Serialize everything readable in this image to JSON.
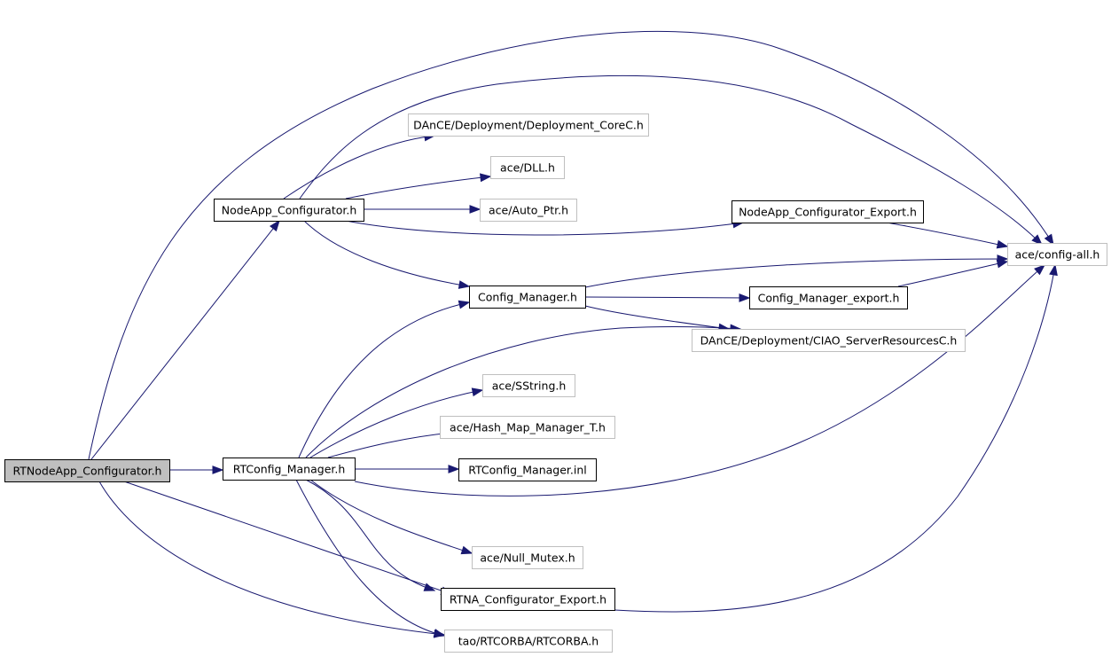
{
  "colors": {
    "background": "#ffffff",
    "edge": "#191970",
    "node_border_defined": "#000000",
    "node_border_external": "#bfbfbf",
    "node_fill_root": "#bfbfbf",
    "node_fill": "#ffffff",
    "text": "#000000"
  },
  "nodes": [
    {
      "id": "rtnodeapp_configurator",
      "label": "RTNodeApp_Configurator.h",
      "kind": "root"
    },
    {
      "id": "nodeapp_configurator",
      "label": "NodeApp_Configurator.h",
      "kind": "defined"
    },
    {
      "id": "deployment_corec",
      "label": "DAnCE/Deployment/Deployment_CoreC.h",
      "kind": "external"
    },
    {
      "id": "ace_dll",
      "label": "ace/DLL.h",
      "kind": "external"
    },
    {
      "id": "ace_auto_ptr",
      "label": "ace/Auto_Ptr.h",
      "kind": "external"
    },
    {
      "id": "nodeapp_configurator_export",
      "label": "NodeApp_Configurator_Export.h",
      "kind": "defined"
    },
    {
      "id": "ace_config_all",
      "label": "ace/config-all.h",
      "kind": "external"
    },
    {
      "id": "config_manager",
      "label": "Config_Manager.h",
      "kind": "defined"
    },
    {
      "id": "config_manager_export",
      "label": "Config_Manager_export.h",
      "kind": "defined"
    },
    {
      "id": "ciao_serverresourcesc",
      "label": "DAnCE/Deployment/CIAO_ServerResourcesC.h",
      "kind": "external"
    },
    {
      "id": "ace_sstring",
      "label": "ace/SString.h",
      "kind": "external"
    },
    {
      "id": "ace_hash_map_manager_t",
      "label": "ace/Hash_Map_Manager_T.h",
      "kind": "external"
    },
    {
      "id": "rtconfig_manager",
      "label": "RTConfig_Manager.h",
      "kind": "defined"
    },
    {
      "id": "rtconfig_manager_inl",
      "label": "RTConfig_Manager.inl",
      "kind": "defined"
    },
    {
      "id": "ace_null_mutex",
      "label": "ace/Null_Mutex.h",
      "kind": "external"
    },
    {
      "id": "rtna_configurator_export",
      "label": "RTNA_Configurator_Export.h",
      "kind": "defined"
    },
    {
      "id": "tao_rtcorba",
      "label": "tao/RTCORBA/RTCORBA.h",
      "kind": "external"
    }
  ],
  "edges": [
    {
      "from": "rtnodeapp_configurator",
      "to": "nodeapp_configurator"
    },
    {
      "from": "rtnodeapp_configurator",
      "to": "ace_config_all"
    },
    {
      "from": "rtnodeapp_configurator",
      "to": "rtconfig_manager"
    },
    {
      "from": "rtnodeapp_configurator",
      "to": "rtna_configurator_export"
    },
    {
      "from": "rtnodeapp_configurator",
      "to": "tao_rtcorba"
    },
    {
      "from": "nodeapp_configurator",
      "to": "deployment_corec"
    },
    {
      "from": "nodeapp_configurator",
      "to": "ace_dll"
    },
    {
      "from": "nodeapp_configurator",
      "to": "ace_auto_ptr"
    },
    {
      "from": "nodeapp_configurator",
      "to": "nodeapp_configurator_export"
    },
    {
      "from": "nodeapp_configurator",
      "to": "ace_config_all"
    },
    {
      "from": "nodeapp_configurator",
      "to": "config_manager"
    },
    {
      "from": "nodeapp_configurator_export",
      "to": "ace_config_all"
    },
    {
      "from": "config_manager",
      "to": "ace_config_all"
    },
    {
      "from": "config_manager",
      "to": "config_manager_export"
    },
    {
      "from": "config_manager",
      "to": "ciao_serverresourcesc"
    },
    {
      "from": "config_manager_export",
      "to": "ace_config_all"
    },
    {
      "from": "rtconfig_manager",
      "to": "config_manager"
    },
    {
      "from": "rtconfig_manager",
      "to": "ciao_serverresourcesc"
    },
    {
      "from": "rtconfig_manager",
      "to": "ace_sstring"
    },
    {
      "from": "rtconfig_manager",
      "to": "ace_hash_map_manager_t"
    },
    {
      "from": "rtconfig_manager",
      "to": "rtconfig_manager_inl"
    },
    {
      "from": "rtconfig_manager",
      "to": "ace_config_all"
    },
    {
      "from": "rtconfig_manager",
      "to": "ace_null_mutex"
    },
    {
      "from": "rtconfig_manager",
      "to": "rtna_configurator_export"
    },
    {
      "from": "rtconfig_manager",
      "to": "tao_rtcorba"
    },
    {
      "from": "rtna_configurator_export",
      "to": "ace_config_all"
    }
  ]
}
